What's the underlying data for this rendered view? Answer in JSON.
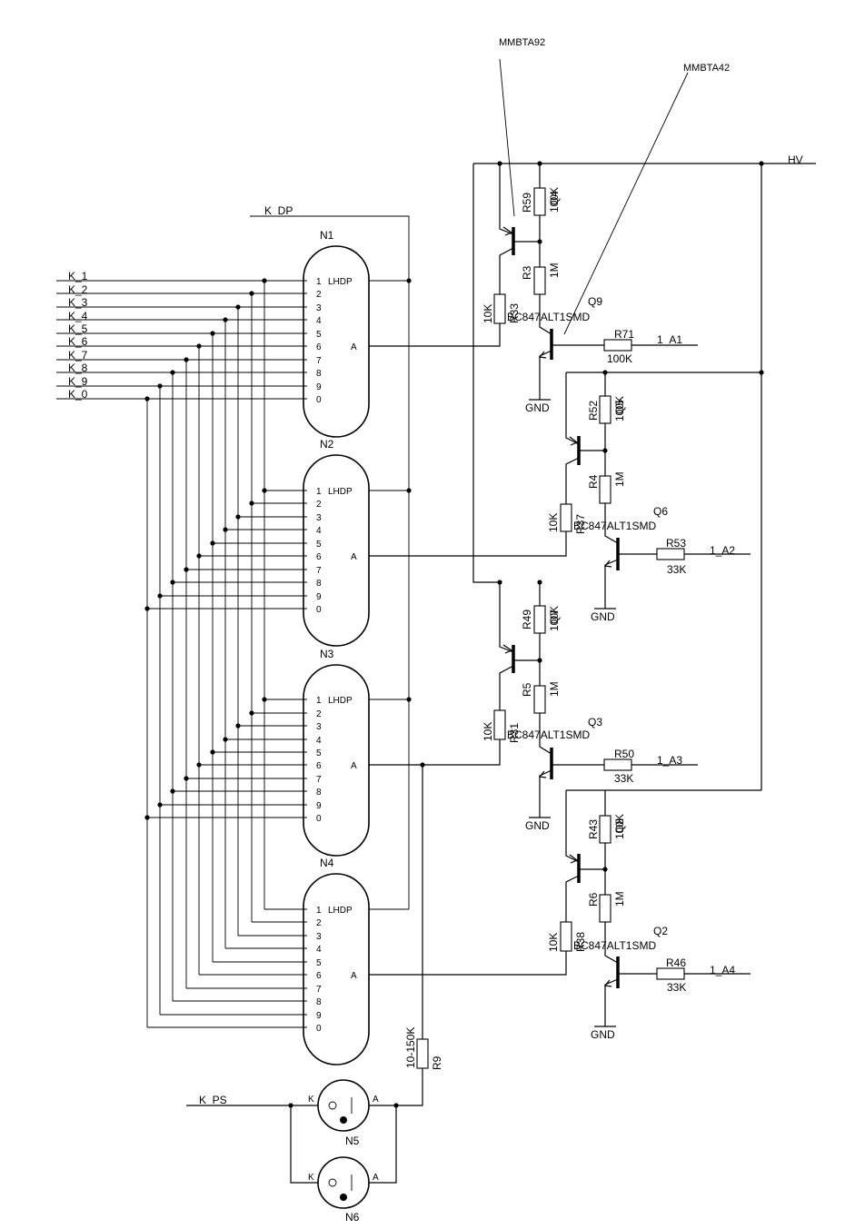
{
  "nets": {
    "k_lines": [
      "K_1",
      "K_2",
      "K_3",
      "K_4",
      "K_5",
      "K_6",
      "K_7",
      "K_8",
      "K_9",
      "K_0"
    ],
    "k_dp": "K_DP",
    "k_ps": "K_PS",
    "hv": "HV",
    "gnd": "GND",
    "outputs": [
      "1_A1",
      "1_A2",
      "1_A3",
      "1_A4"
    ]
  },
  "tubes": [
    {
      "ref": "N1",
      "pins": [
        "1",
        "2",
        "3",
        "4",
        "5",
        "6",
        "7",
        "8",
        "9",
        "0"
      ],
      "dp_label": "LHDP",
      "anode_label": "A"
    },
    {
      "ref": "N2",
      "pins": [
        "1",
        "2",
        "3",
        "4",
        "5",
        "6",
        "7",
        "8",
        "9",
        "0"
      ],
      "dp_label": "LHDP",
      "anode_label": "A"
    },
    {
      "ref": "N3",
      "pins": [
        "1",
        "2",
        "3",
        "4",
        "5",
        "6",
        "7",
        "8",
        "9",
        "0"
      ],
      "dp_label": "LHDP",
      "anode_label": "A"
    },
    {
      "ref": "N4",
      "pins": [
        "1",
        "2",
        "3",
        "4",
        "5",
        "6",
        "7",
        "8",
        "9",
        "0"
      ],
      "dp_label": "LHDP",
      "anode_label": "A"
    }
  ],
  "neon_lamps": [
    {
      "ref": "N5",
      "k_label": "K",
      "a_label": "A"
    },
    {
      "ref": "N6",
      "k_label": "K",
      "a_label": "A"
    }
  ],
  "part_callouts": {
    "pnp": "MMBTA92",
    "npn": "MMBTA42"
  },
  "stages": [
    {
      "pnp": {
        "ref": "Q4",
        "emitter_res": "R59",
        "emitter_val": "100K",
        "base_res": "R3",
        "base_val": "1M"
      },
      "npn": {
        "ref": "Q9",
        "type": "BC847ALT1SMD",
        "collector_res": "R33",
        "collector_val": "10K",
        "base_res": "R71",
        "base_val": "100K"
      },
      "output": "1_A1"
    },
    {
      "pnp": {
        "ref": "Q5",
        "emitter_res": "R52",
        "emitter_val": "100K",
        "base_res": "R4",
        "base_val": "1M"
      },
      "npn": {
        "ref": "Q6",
        "type": "BC847ALT1SMD",
        "collector_res": "R37",
        "collector_val": "10K",
        "base_res": "R53",
        "base_val": "33K"
      },
      "output": "1_A2"
    },
    {
      "pnp": {
        "ref": "Q7",
        "emitter_res": "R49",
        "emitter_val": "100K",
        "base_res": "R5",
        "base_val": "1M"
      },
      "npn": {
        "ref": "Q3",
        "type": "BC847ALT1SMD",
        "collector_res": "R31",
        "collector_val": "10K",
        "base_res": "R50",
        "base_val": "33K"
      },
      "output": "1_A3"
    },
    {
      "pnp": {
        "ref": "Q8",
        "emitter_res": "R43",
        "emitter_val": "100K",
        "base_res": "R6",
        "base_val": "1M"
      },
      "npn": {
        "ref": "Q2",
        "type": "BC847ALT1SMD",
        "collector_res": "R38",
        "collector_val": "10K",
        "base_res": "R46",
        "base_val": "33K"
      },
      "output": "1_A4"
    }
  ],
  "lamp_resistor": {
    "ref": "R9",
    "value": "10-150K"
  }
}
